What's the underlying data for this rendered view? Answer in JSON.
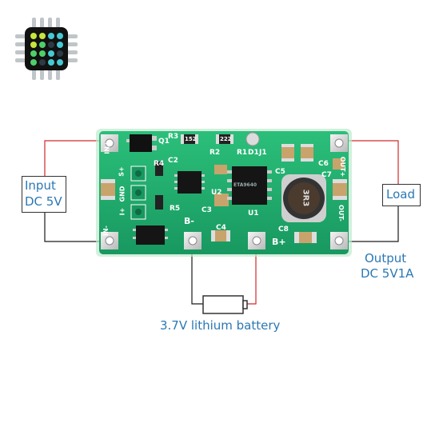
{
  "logo": {
    "name": "chip-logo-icon"
  },
  "labels": {
    "input_line1": "Input",
    "input_line2": "DC 5V",
    "load": "Load",
    "output_line1": "Output",
    "output_line2": "DC 5V1A",
    "battery": "3.7V lithium battery"
  },
  "silkscreen": {
    "q1": "Q1",
    "r3": "R3",
    "r2": "R2",
    "r1": "R1",
    "d1": "D1",
    "j1": "J1",
    "c5": "C5",
    "c6": "C6",
    "c7": "C7",
    "c8": "C8",
    "c4": "C4",
    "c3": "C3",
    "c2": "C2",
    "r4": "R4",
    "r5": "R5",
    "u1": "U1",
    "u2": "U2",
    "gnd": "GND",
    "s_plus": "S+",
    "i_plus": "I+",
    "in_minus": "IN-",
    "in_plus": "IN+",
    "b_minus": "B-",
    "b_plus": "B+",
    "out_plus": "OUT+",
    "out_minus": "OUT-",
    "inductor": "3R3",
    "res_152": "152",
    "res_222": "222",
    "chip": "ETA9640"
  },
  "colors": {
    "pcb": "#1fa86a",
    "wire_red": "#d02a2a",
    "wire_black": "#1a1a1a",
    "label_blue": "#2a78b5"
  }
}
